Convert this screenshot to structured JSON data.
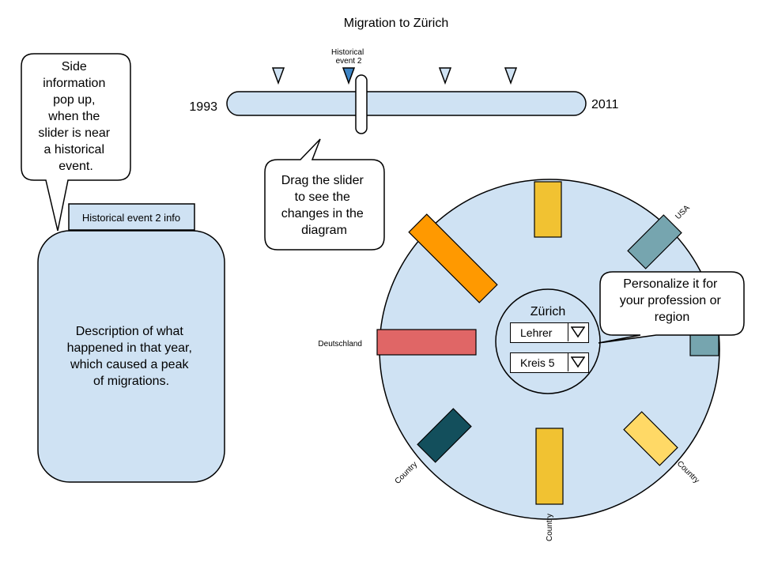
{
  "title": "Migration to Zürich",
  "timeline": {
    "start_year": "1993",
    "end_year": "2011",
    "event_label": "Historical event 2",
    "event_label_lines": [
      "Historical",
      "event 2"
    ]
  },
  "bubbles": {
    "side_info_lines": [
      "Side",
      "information",
      "pop up,",
      "when the",
      "slider is near",
      "a historical",
      "event."
    ],
    "drag_lines": [
      "Drag the slider",
      "to see the",
      "changes in the",
      "diagram"
    ],
    "personalize_lines": [
      "Personalize it for",
      "your profession or",
      "region"
    ]
  },
  "info_panel": {
    "tab_label": "Historical event 2 info",
    "description_lines": [
      "Description of what",
      "happened in that year,",
      "which caused a peak",
      "of migrations."
    ]
  },
  "wheel": {
    "center_label": "Zürich",
    "profession_select": "Lehrer",
    "region_select": "Kreis 5",
    "labels": {
      "usa": "USA",
      "deutschland": "Deutschland",
      "country_left": "Country",
      "country_bottom": "Country",
      "country_right": "Country"
    }
  },
  "colors": {
    "light_blue": "#cfe2f3",
    "yellow": "#f1c232",
    "orange": "#ff9900",
    "teal": "#76a5af",
    "red": "#e06666",
    "dark_teal": "#134f5c",
    "light_yellow": "#ffd966",
    "marker_active": "#3d85c6"
  }
}
